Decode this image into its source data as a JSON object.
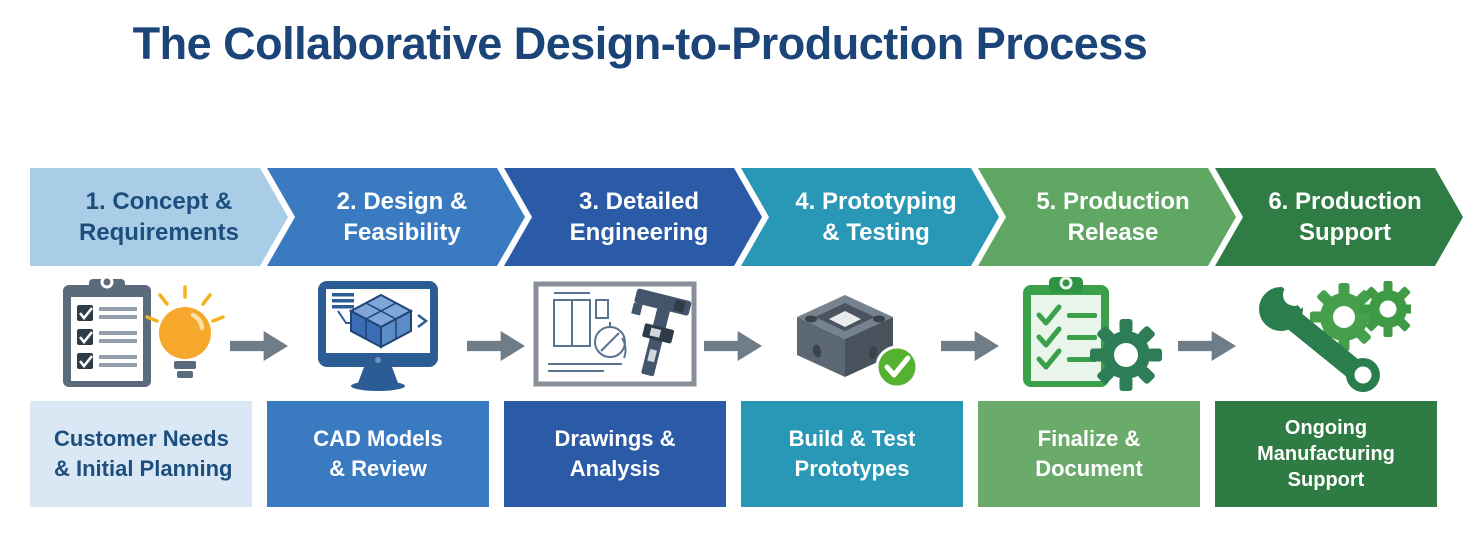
{
  "title": "The Collaborative Design-to-Production Process",
  "colors": {
    "title": "#1b4478",
    "arrow": "#6f7d88",
    "background": "#ffffff"
  },
  "steps": [
    {
      "chevron_lines": [
        "1. Concept &",
        "Requirements"
      ],
      "box_lines": [
        "Customer Needs",
        "& Initial Planning",
        ""
      ],
      "icon": "clipboard-checklist-lightbulb-icon",
      "chevron_color": "#a9cde6",
      "box_color": "#d9e8f4",
      "text_color": "#1d4e7e"
    },
    {
      "chevron_lines": [
        "2. Design &",
        "Feasibility"
      ],
      "box_lines": [
        "CAD Models",
        "& Review",
        ""
      ],
      "icon": "cad-monitor-icon",
      "chevron_color": "#3a7ac0",
      "box_color": "#3a7ac0",
      "text_color": "#ffffff"
    },
    {
      "chevron_lines": [
        "3. Detailed",
        "Engineering"
      ],
      "box_lines": [
        "Drawings &",
        "Analysis",
        ""
      ],
      "icon": "technical-drawing-caliper-icon",
      "chevron_color": "#2b5aa7",
      "box_color": "#2b5aa7",
      "text_color": "#ffffff"
    },
    {
      "chevron_lines": [
        "4. Prototyping",
        "& Testing"
      ],
      "box_lines": [
        "Build & Test",
        "Prototypes",
        ""
      ],
      "icon": "prototype-part-check-icon",
      "chevron_color": "#2997b6",
      "box_color": "#2997b6",
      "text_color": "#ffffff"
    },
    {
      "chevron_lines": [
        "5. Production",
        "Release"
      ],
      "box_lines": [
        "Finalize &",
        "Document",
        ""
      ],
      "icon": "checklist-gear-icon",
      "chevron_color": "#5fa763",
      "box_color": "#6aab6c",
      "text_color": "#ffffff"
    },
    {
      "chevron_lines": [
        "6. Production",
        "Support"
      ],
      "box_lines": [
        "Ongoing",
        "Manufacturing",
        "Support"
      ],
      "icon": "wrench-gears-icon",
      "chevron_color": "#2f7d44",
      "box_color": "#2e7b43",
      "text_color": "#ffffff"
    }
  ]
}
